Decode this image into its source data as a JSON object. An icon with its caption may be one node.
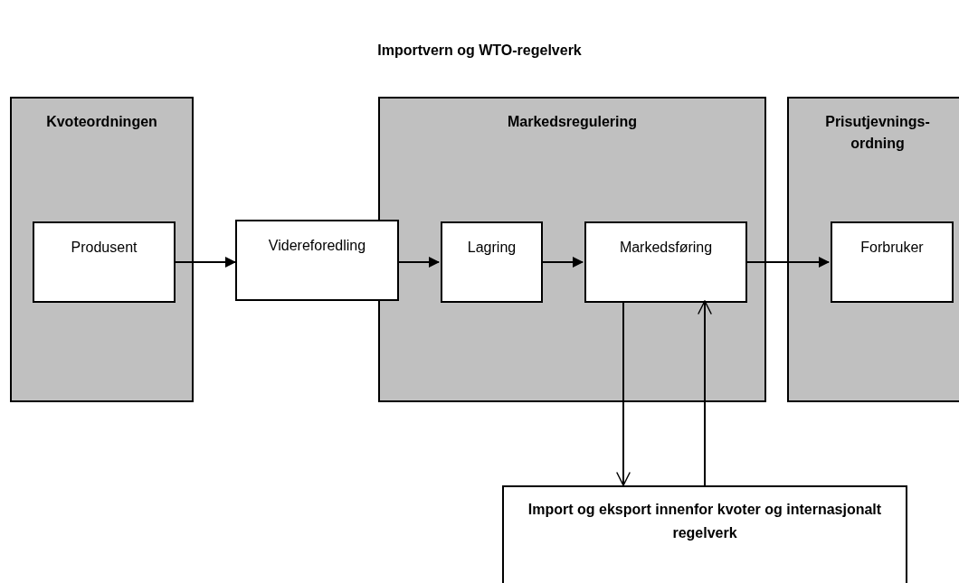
{
  "diagram": {
    "title": "Importvern og WTO-regelverk",
    "nodes": [
      {
        "text": [
          "Kvoteordningen"
        ]
      },
      {
        "text": [
          "Produsent"
        ],
        "in": 0
      },
      {
        "text": [
          "Videreforedling"
        ]
      },
      {
        "text": [
          "Markedsregulering"
        ]
      },
      {
        "text": [
          "Lagring"
        ],
        "in": 3
      },
      {
        "text": [
          "Markedsføring"
        ],
        "in": 3
      },
      {
        "text": [
          "Prisutjevnings-ordning"
        ]
      },
      {
        "text": [
          "Forbruker"
        ],
        "in": 6
      },
      {
        "text": [
          "Import og eksport innenfor kvoter og internasjonalt regelverk"
        ]
      }
    ],
    "edges": [
      {
        "from": 1,
        "to": 2,
        "arrow": "to"
      },
      {
        "from": 2,
        "to": 4,
        "arrow": "to"
      },
      {
        "from": 4,
        "to": 5,
        "arrow": "to"
      },
      {
        "from": 5,
        "to": 7,
        "arrow": "to"
      },
      {
        "from": 5,
        "to": 8,
        "arrow": "to"
      },
      {
        "from": 8,
        "to": 5,
        "arrow": "to"
      }
    ]
  }
}
